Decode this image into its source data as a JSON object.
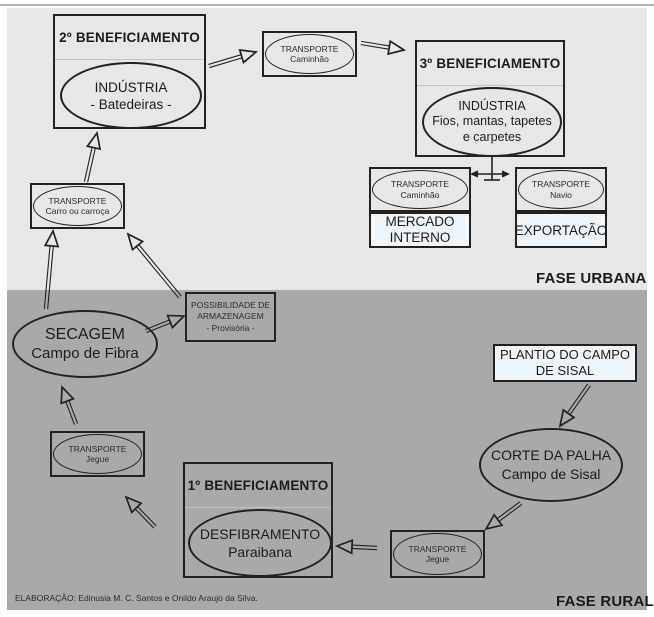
{
  "diagram": {
    "phase_urban_label": "FASE URBANA",
    "phase_rural_label": "FASE RURAL",
    "credit": "ELABORAÇÃO: Edinusia M. C. Santos e Onildo Araujo da Silva.",
    "nodes": {
      "benef2": {
        "title": "2º BENEFICIAMENTO",
        "ellipse_line1": "INDÚSTRIA",
        "ellipse_line2": "- Batedeiras -"
      },
      "transporte_caminhao_top": {
        "line1": "TRANSPORTE",
        "line2": "Caminhão"
      },
      "benef3": {
        "title": "3º BENEFICIAMENTO",
        "ellipse_line1": "INDÚSTRIA",
        "ellipse_line2": "Fios, mantas, tapetes",
        "ellipse_line3": "e carpetes"
      },
      "transporte_caminhao_mercado": {
        "line1": "TRANSPORTE",
        "line2": "Caminhão"
      },
      "mercado_interno": {
        "line1": "MERCADO",
        "line2": "INTERNO"
      },
      "transporte_navio": {
        "line1": "TRANSPORTE",
        "line2": "Navio"
      },
      "exportacao": {
        "label": "EXPORTAÇÃO"
      },
      "transporte_carro": {
        "line1": "TRANSPORTE",
        "line2": "Carro ou carroça"
      },
      "possibilidade_armazenagem": {
        "line1": "POSSIBILIDADE DE",
        "line2": "ARMAZENAGEM",
        "line3": "- Provisória -"
      },
      "secagem": {
        "line1": "SECAGEM",
        "line2": "Campo de Fibra"
      },
      "transporte_jegue_secagem": {
        "line1": "TRANSPORTE",
        "line2": "Jegue"
      },
      "benef1": {
        "title": "1º BENEFICIAMENTO",
        "ellipse_line1": "DESFIBRAMENTO",
        "ellipse_line2": "Paraibana"
      },
      "plantio": {
        "line1": "PLANTIO DO CAMPO",
        "line2": "DE SISAL"
      },
      "corte_palha": {
        "line1": "CORTE DA PALHA",
        "line2": "Campo de Sisal"
      },
      "transporte_jegue_corte": {
        "line1": "TRANSPORTE",
        "line2": "Jegue"
      }
    },
    "colors": {
      "urban_bg": "#e7e7e7",
      "rural_bg": "#a9a9a9",
      "highlight_box_bg": "#eef6fb",
      "stroke": "#222222"
    }
  }
}
